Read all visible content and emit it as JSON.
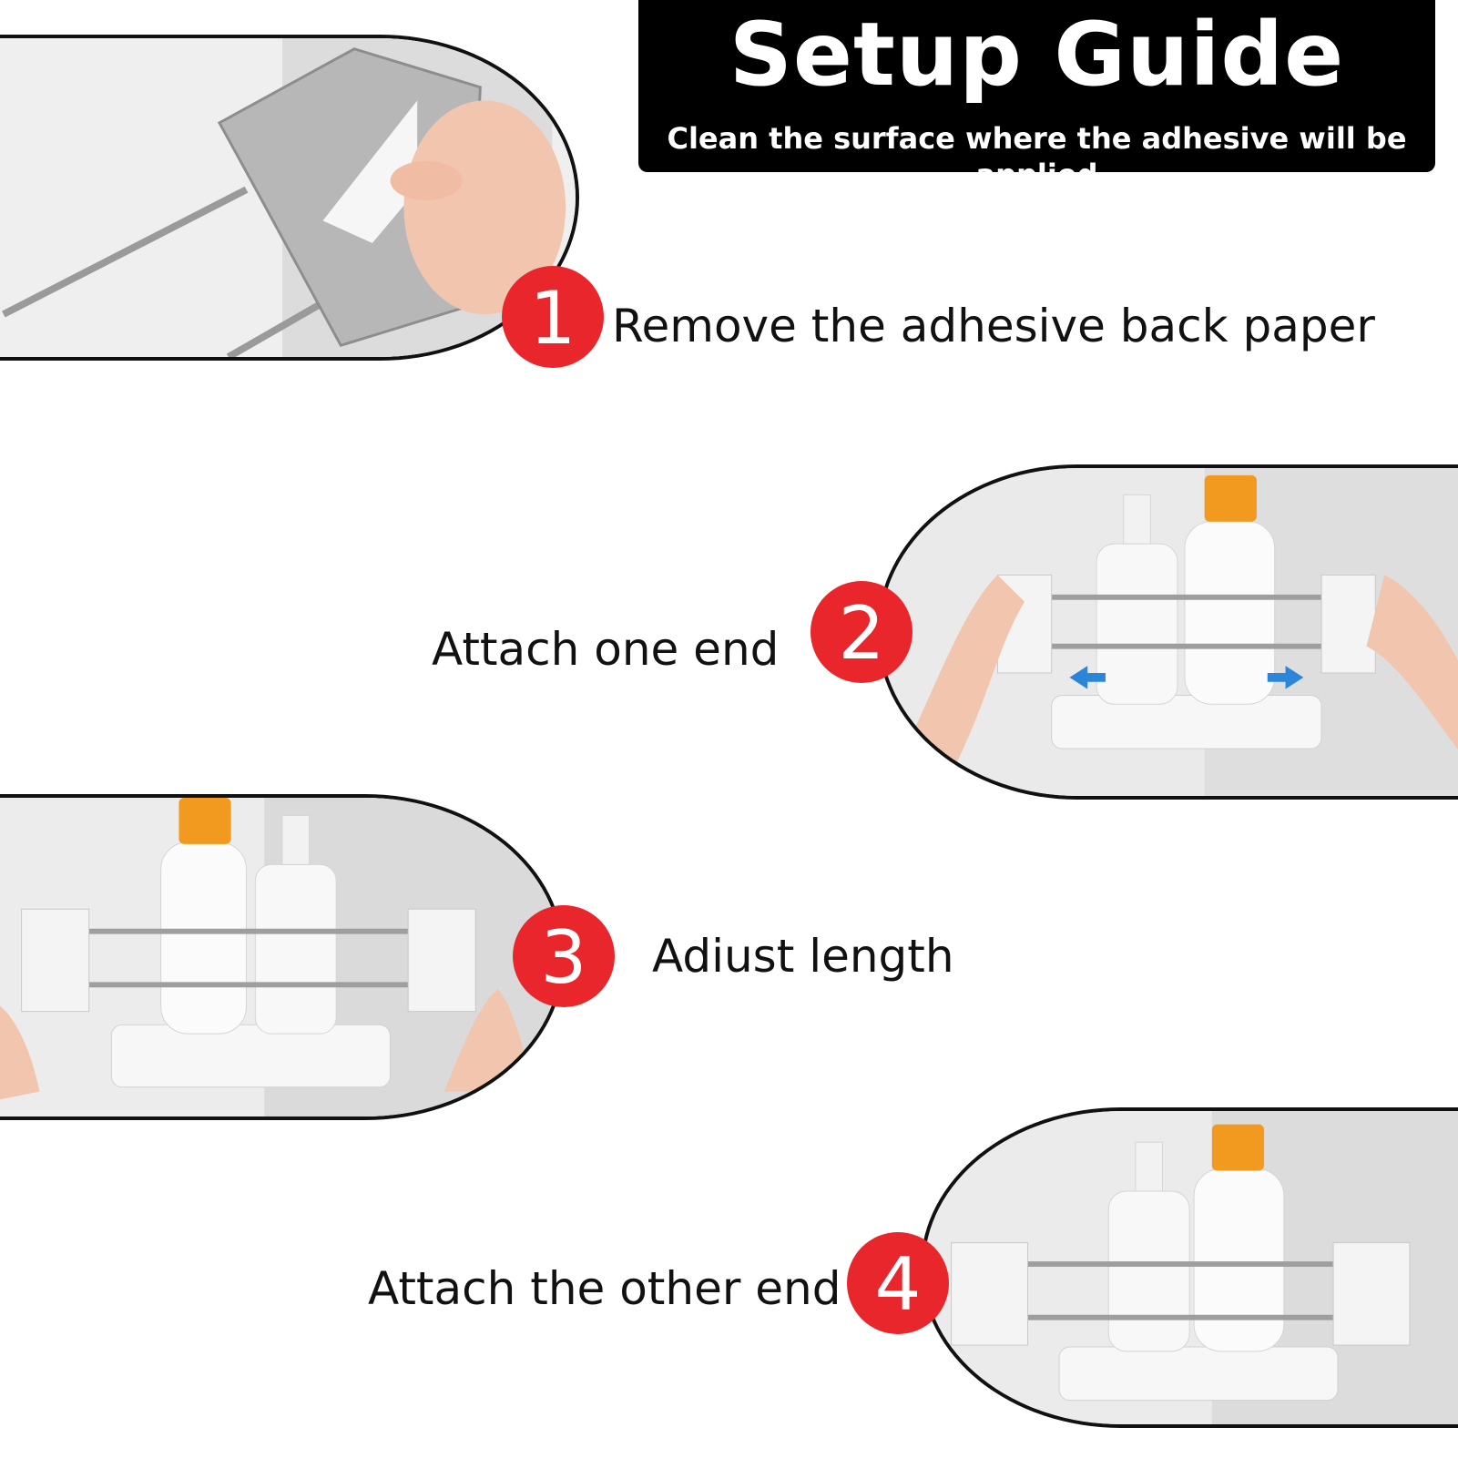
{
  "header": {
    "title": "Setup Guide",
    "subtitle": "Clean the surface where the adhesive will be applied"
  },
  "steps": [
    {
      "number": "1",
      "text": "Remove the adhesive back paper"
    },
    {
      "number": "2",
      "text": "Attach one end"
    },
    {
      "number": "3",
      "text": "Adiust length"
    },
    {
      "number": "4",
      "text": "Attach the other end"
    }
  ],
  "colors": {
    "badge": "#e8262b",
    "header_bg": "#000000",
    "bottle_cap": "#f29a1f"
  }
}
